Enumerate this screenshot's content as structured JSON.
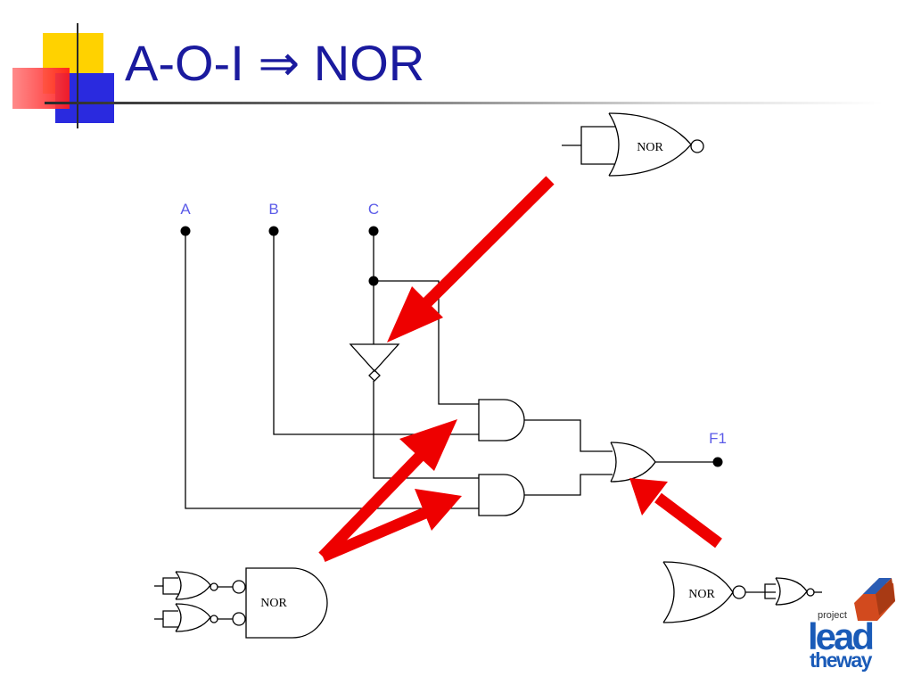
{
  "slide": {
    "title": "A-O-I ⇒ NOR"
  },
  "diagram": {
    "inputs": [
      "A",
      "B",
      "C"
    ],
    "output": "F1",
    "gate_label": "NOR"
  },
  "logo": {
    "line1": "project",
    "line2": "lead",
    "line3": "theway"
  },
  "colors": {
    "title": "#1a1a9e",
    "pin_label": "#5b5be8",
    "arrow": "#ee0000",
    "wire": "#000000"
  }
}
